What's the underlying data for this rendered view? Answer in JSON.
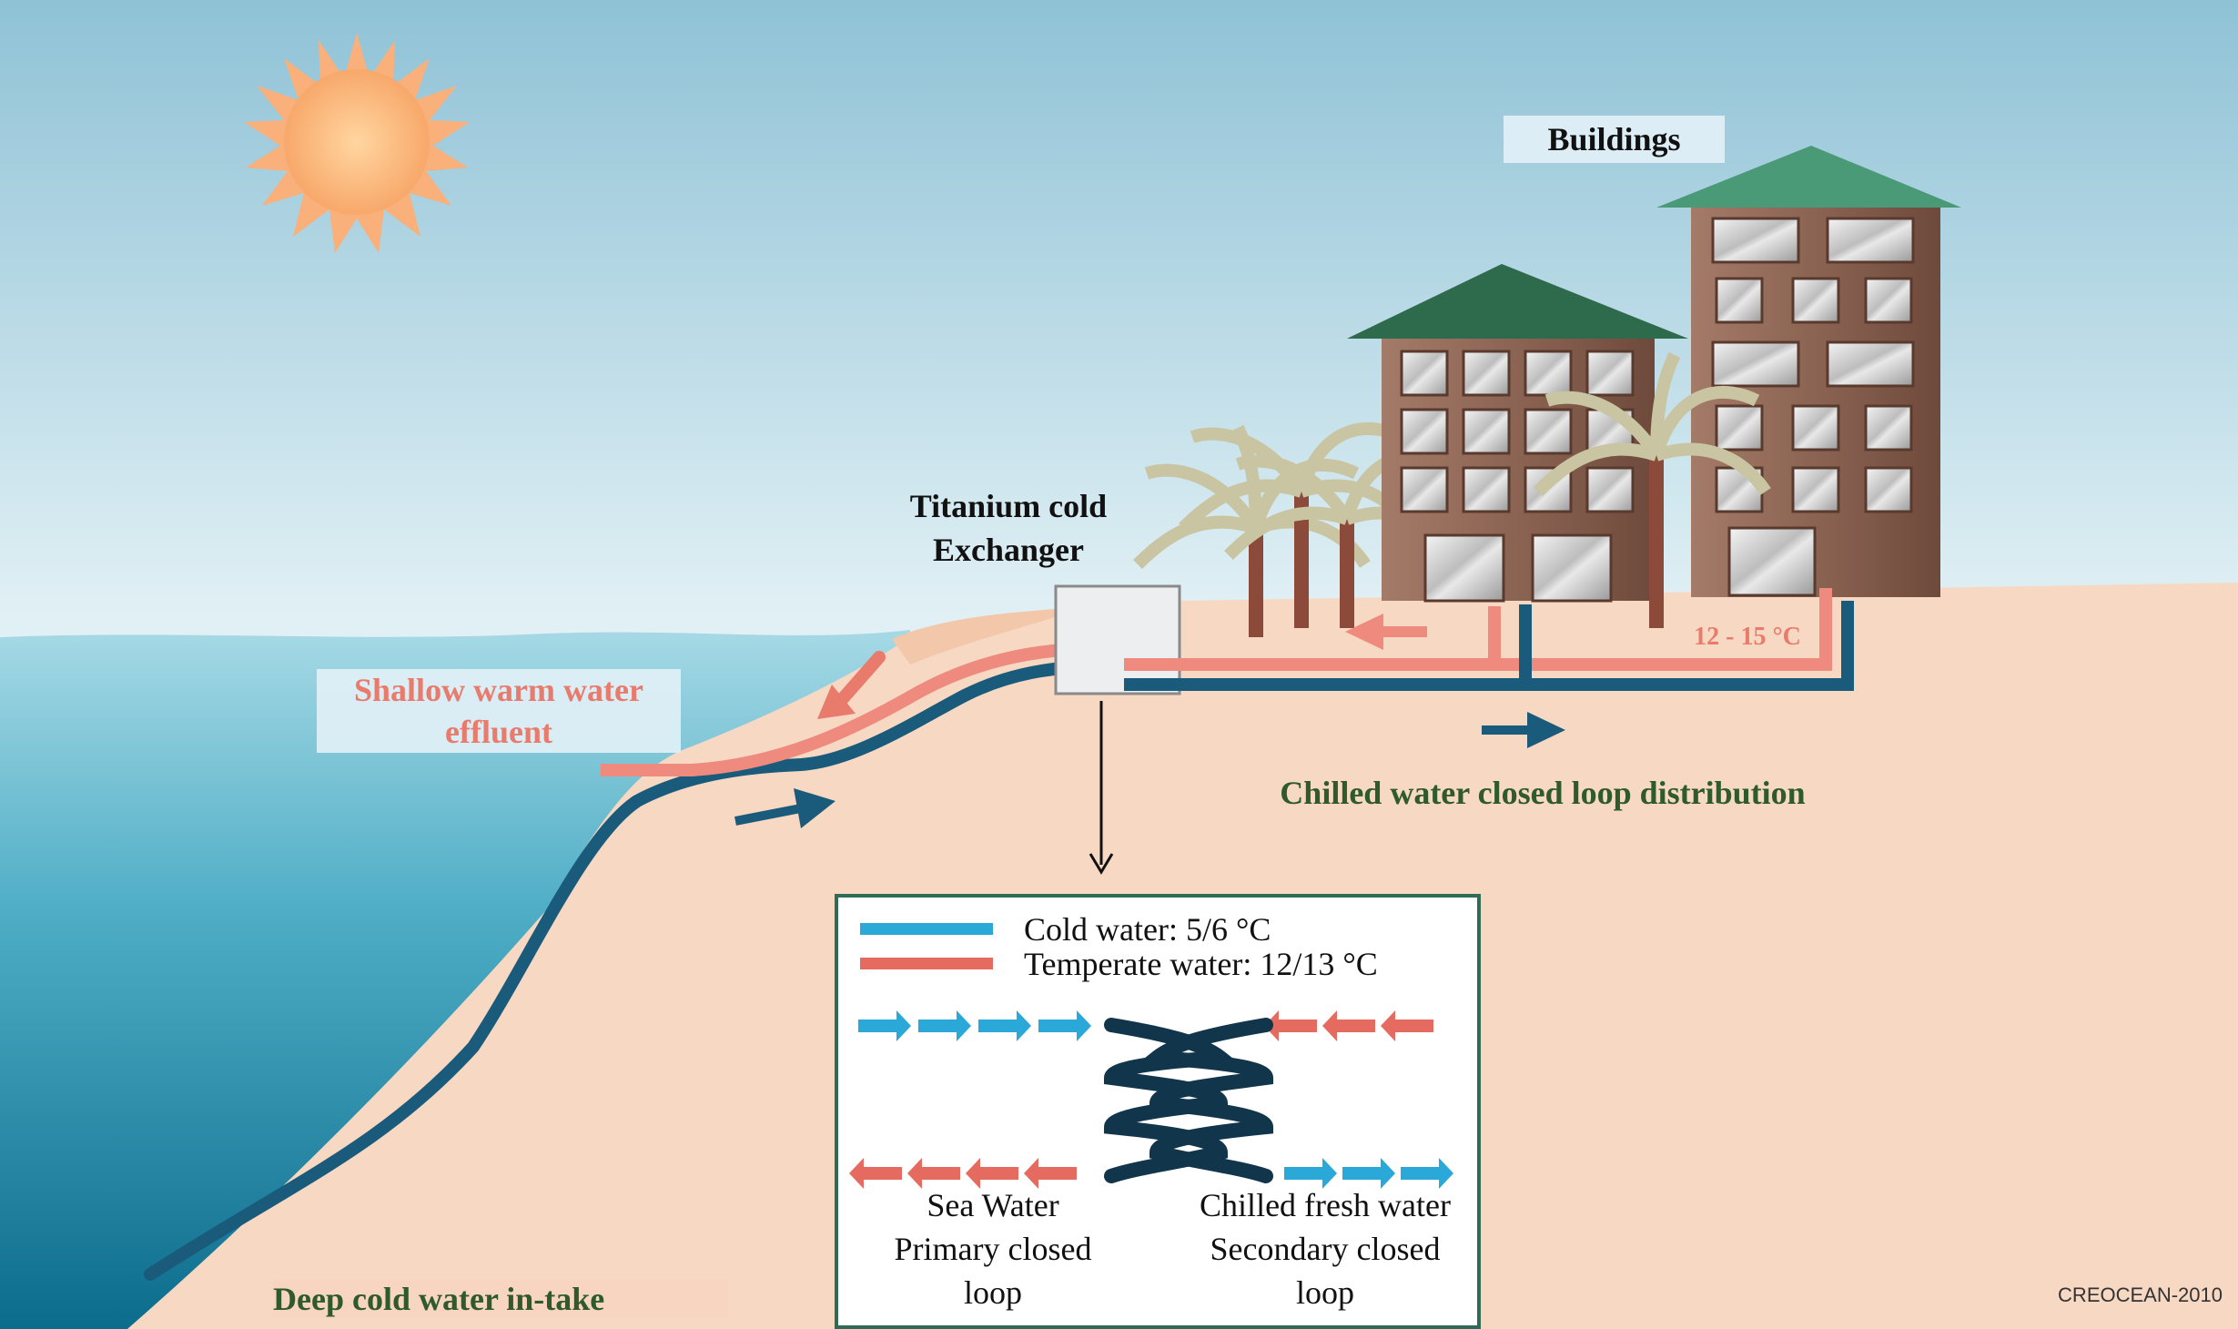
{
  "labels": {
    "buildings": "Buildings",
    "effluent_line1": "Shallow warm water",
    "effluent_line2": "effluent",
    "exchanger_line1": "Titanium cold",
    "exchanger_line2": "Exchanger",
    "distribution": "Chilled water closed loop distribution",
    "intake": "Deep cold water in-take",
    "building_temp": "12 - 15 °C",
    "credit": "CREOCEAN-2010"
  },
  "legend": {
    "cold": "Cold water: 5/6 °C",
    "warm": "Temperate water: 12/13 °C",
    "sea_line1": "Sea Water",
    "sea_line2": "Primary closed",
    "sea_line3": "loop",
    "fresh_line1": "Chilled fresh water",
    "fresh_line2": "Secondary closed",
    "fresh_line3": "loop"
  },
  "colors": {
    "cold_pipe": "#1a5a7a",
    "cold_legend": "#2aa8d8",
    "warm_pipe": "#ee8a7e",
    "warm_legend": "#e56b60",
    "sand": "#f7d8c3",
    "label_green": "#2f5a2e",
    "roof_green": "#2f7a5a",
    "building_brown": "#8b6352"
  }
}
